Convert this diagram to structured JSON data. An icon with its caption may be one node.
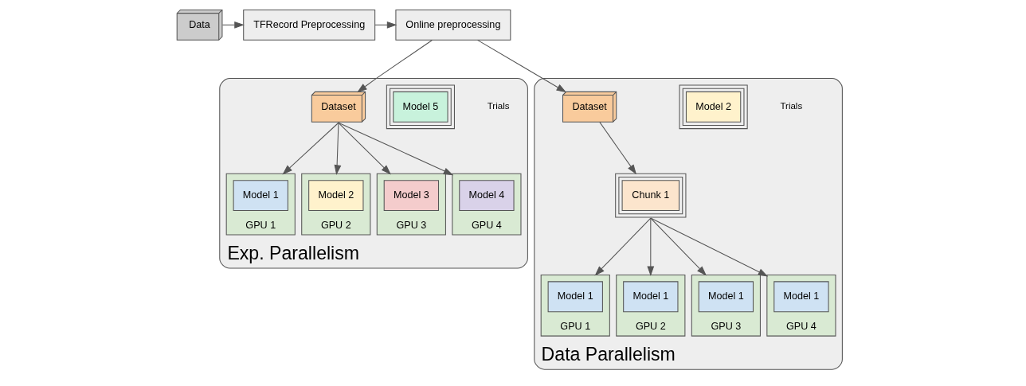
{
  "diagram": {
    "nodes": [
      {
        "text": [
          "Data"
        ]
      },
      {
        "text": [
          "TFRecord Preprocessing"
        ]
      },
      {
        "text": [
          "Online preprocessing"
        ]
      },
      {
        "text": [
          "Exp. Parallelism"
        ]
      },
      {
        "text": [
          "Model 5"
        ],
        "in": 3,
        "beside": [
          "Trials"
        ]
      },
      {
        "text": [
          "Dataset"
        ],
        "in": 3
      },
      {
        "text": [
          "GPU 1"
        ],
        "in": 3
      },
      {
        "text": [
          "Model 1"
        ],
        "in": 6
      },
      {
        "text": [
          "GPU 2"
        ],
        "in": 3
      },
      {
        "text": [
          "Model 2"
        ],
        "in": 8
      },
      {
        "text": [
          "GPU 3"
        ],
        "in": 3
      },
      {
        "text": [
          "Model 3"
        ],
        "in": 10
      },
      {
        "text": [
          "GPU 4"
        ],
        "in": 3
      },
      {
        "text": [
          "Model 4"
        ],
        "in": 12
      },
      {
        "text": [
          "Data Parallelism"
        ]
      },
      {
        "text": [
          "Model 2"
        ],
        "in": 14,
        "beside": [
          "Trials"
        ]
      },
      {
        "text": [
          "Dataset"
        ],
        "in": 14
      },
      {
        "text": [
          "Chunk 1"
        ],
        "in": 14
      },
      {
        "text": [
          "GPU 1"
        ],
        "in": 14
      },
      {
        "text": [
          "Model 1"
        ],
        "in": 18
      },
      {
        "text": [
          "GPU 2"
        ],
        "in": 14
      },
      {
        "text": [
          "Model 1"
        ],
        "in": 20
      },
      {
        "text": [
          "GPU 3"
        ],
        "in": 14
      },
      {
        "text": [
          "Model 1"
        ],
        "in": 22
      },
      {
        "text": [
          "GPU 4"
        ],
        "in": 14
      },
      {
        "text": [
          "Model 1"
        ],
        "in": 24
      }
    ],
    "edges": [
      {
        "from": 0,
        "to": 1,
        "arrow": "to"
      },
      {
        "from": 1,
        "to": 2,
        "arrow": "to"
      },
      {
        "from": 2,
        "to": 5,
        "arrow": "to"
      },
      {
        "from": 2,
        "to": 16,
        "arrow": "to"
      },
      {
        "from": 5,
        "to": 6,
        "arrow": "to"
      },
      {
        "from": 5,
        "to": 10,
        "arrow": "to"
      },
      {
        "from": 5,
        "to": 8,
        "arrow": "to"
      },
      {
        "from": 5,
        "to": 12,
        "arrow": "to"
      },
      {
        "from": 16,
        "to": 17,
        "arrow": "to"
      },
      {
        "from": 17,
        "to": 18,
        "arrow": "to"
      },
      {
        "from": 17,
        "to": 20,
        "arrow": "to"
      },
      {
        "from": 17,
        "to": 22,
        "arrow": "to"
      },
      {
        "from": 17,
        "to": 24,
        "arrow": "to"
      }
    ]
  }
}
